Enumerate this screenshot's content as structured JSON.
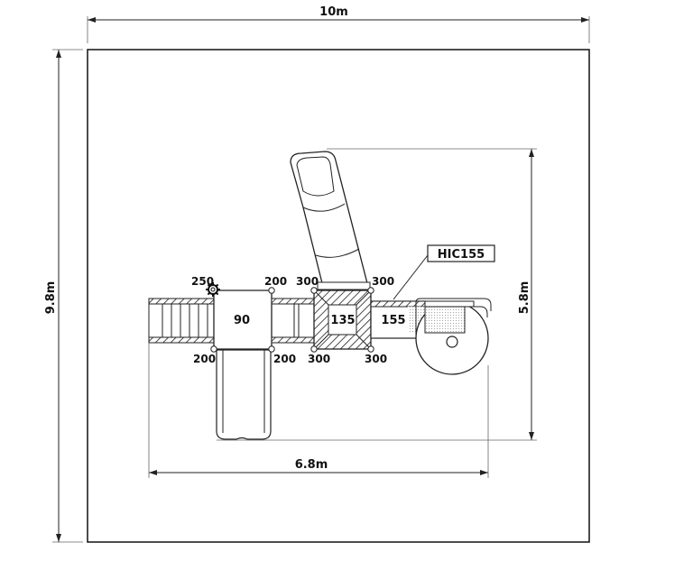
{
  "dimensions": {
    "width_label": "10m",
    "height_label": "9.8m",
    "inner_height_label": "5.8m",
    "inner_width_label": "6.8m"
  },
  "callout": {
    "label": "HIC155"
  },
  "decks": {
    "left": "90",
    "middle": "135",
    "right": "155"
  },
  "posts": {
    "p1": "250",
    "p2": "200",
    "p3": "200",
    "p4": "200",
    "p5": "300",
    "p6": "300",
    "p7": "300",
    "p8": "300"
  }
}
